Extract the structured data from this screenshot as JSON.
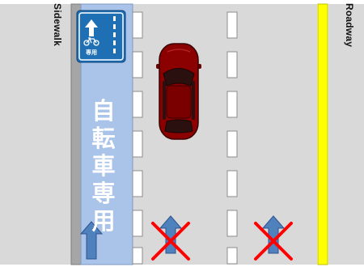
{
  "labels": {
    "sidewalk": "Sidewalk",
    "roadway": "Roadway"
  },
  "bike_lane": {
    "marking_text": [
      "自",
      "転",
      "車",
      "専",
      "用"
    ],
    "sign_text": "専用",
    "color": "#a9c4e8"
  },
  "colors": {
    "pavement": "#d9d9d9",
    "curb": "#999999",
    "yellow_line": "#ffff00",
    "car": "#8b0000",
    "arrow": "#4f81bd",
    "cross": "#ff0000",
    "sign": "#1f6fb5"
  },
  "elements": {
    "car": "car-top-view",
    "arrows": [
      "bike-lane-arrow",
      "wrong-lane-arrow-1",
      "wrong-lane-arrow-2"
    ],
    "crossed_out": [
      "wrong-lane-arrow-1",
      "wrong-lane-arrow-2"
    ]
  }
}
